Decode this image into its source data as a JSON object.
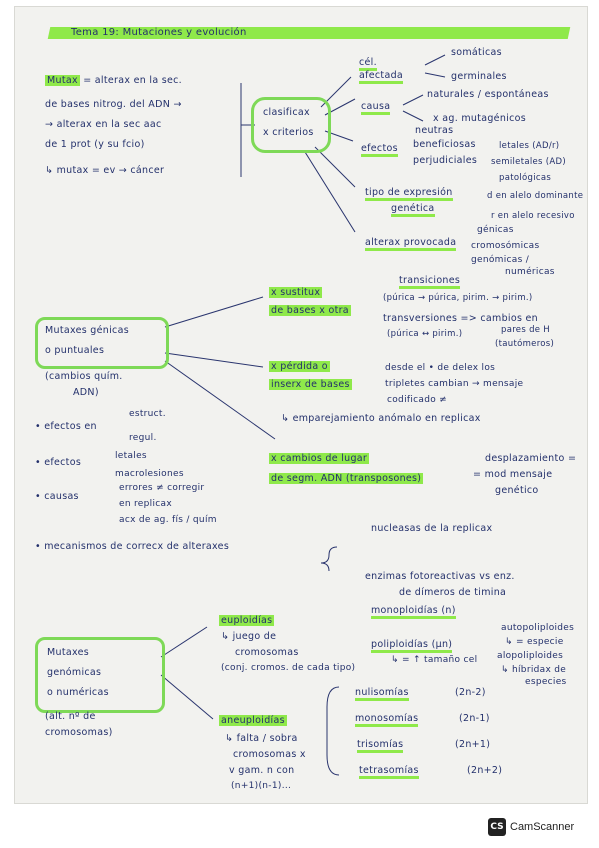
{
  "title": "Tema 19: Mutaciones y evolución",
  "intro": {
    "line1_a": "Mutax",
    "line1_b": "= alterax en la sec.",
    "line2": "de bases nitrog. del ADN →",
    "line3": "→ alterax en la sec aac",
    "line4": "de 1 prot (y su fcio)",
    "line5": "↳ mutax = ev → cáncer"
  },
  "classify": {
    "label1": "clasificax",
    "label2": "x criterios"
  },
  "cel": {
    "title1": "cél.",
    "title2": "afectada",
    "somaticas": "somáticas",
    "germinales": "germinales"
  },
  "causa": {
    "label": "causa",
    "a": "naturales / espontáneas",
    "b": "x ag. mutagénicos"
  },
  "efectos": {
    "label": "efectos",
    "neutras": "neutras",
    "beneficiosas": "beneficiosas",
    "perjudiciales": "perjudiciales",
    "letales": "letales (AD/r)",
    "semiletales": "semiletales (AD)",
    "patologicas": "patológicas"
  },
  "tipo": {
    "label1": "tipo de expresión",
    "label2": "genética",
    "dom": "d en alelo dominante",
    "rec": "r en alelo recesivo"
  },
  "alterax": {
    "label": "alterax provocada",
    "genicas": "génicas",
    "cromo": "cromosómicas",
    "genomicas": "genómicas /",
    "numericas": "numéricas"
  },
  "genicas_block": {
    "box1": "Mutaxes génicas",
    "box2": "o puntuales",
    "sub1": "(cambios quím.",
    "sub2": "ADN)"
  },
  "sustitux": {
    "label1": "x sustitux",
    "label2": "de bases x otra",
    "transiciones": "transiciones",
    "trans_detail": "(púrica → púrica, pirim. → pirim.)",
    "transversiones": "transversiones => cambios en",
    "transv_detail": "(púrica ↔ pirim.)",
    "pares": "pares de H",
    "tautomeros": "(tautómeros)"
  },
  "perdida": {
    "label1": "x pérdida o",
    "label2": "inserx de bases",
    "d1": "desde el • de delex los",
    "d2": "tripletes cambian → mensaje",
    "d3": "codificado ≠",
    "d4": "↳ emparejamiento anómalo en replicax"
  },
  "cambios_lugar": {
    "label1": "x cambios de lugar",
    "label2": "de segm. ADN (transposones)",
    "r1": "desplazamiento =",
    "r2": "= mod mensaje",
    "r3": "genético"
  },
  "bullets": {
    "efectos_en": "• efectos en",
    "estruct": "estruct.",
    "regul": "regul.",
    "efectos": "• efectos",
    "letales": "letales",
    "macrolesiones": "macrolesiones",
    "causas": "• causas",
    "c1": "errores ≠ corregir",
    "c2": "en replicax",
    "c3": "acx de ag. fís / quím",
    "mecanismos": "• mecanismos de correcx de alteraxes",
    "m1": "nucleasas de la replicax",
    "m2": "enzimas fotoreactivas vs enz.",
    "m3": "de dímeros de timina"
  },
  "genomicas_block": {
    "box1": "Mutaxes",
    "box2": "genómicas",
    "box3": "o numéricas",
    "sub1": "(alt. nº de",
    "sub2": "cromosomas)"
  },
  "euploidias": {
    "label": "euploidías",
    "d1": "↳ juego de",
    "d2": "cromosomas",
    "d3": "(conj. cromos. de cada tipo)",
    "mono": "monoploidías (n)",
    "poli": "poliploidías (μn)",
    "poli_sub": "↳ = ↑ tamaño cel",
    "auto": "autopoliploides",
    "auto_sub": "↳ = especie",
    "alo": "alopoliploides",
    "alo_sub1": "↳ híbridax de",
    "alo_sub2": "especies"
  },
  "aneuploidias": {
    "label": "aneuploidías",
    "d1": "↳ falta / sobra",
    "d2": "cromosomas x",
    "d3": "v gam. n con",
    "d4": "(n+1)(n-1)...",
    "nuli": "nulisomías",
    "nuli_f": "(2n-2)",
    "mono": "monosomías",
    "mono_f": "(2n-1)",
    "tri": "trisomías",
    "tri_f": "(2n+1)",
    "tetra": "tetrasomías",
    "tetra_f": "(2n+2)"
  },
  "scanner": {
    "icon": "CS",
    "label": "CamScanner"
  },
  "colors": {
    "highlight": "#8fe94a",
    "ink": "#23306b",
    "box": "#7ed957"
  }
}
